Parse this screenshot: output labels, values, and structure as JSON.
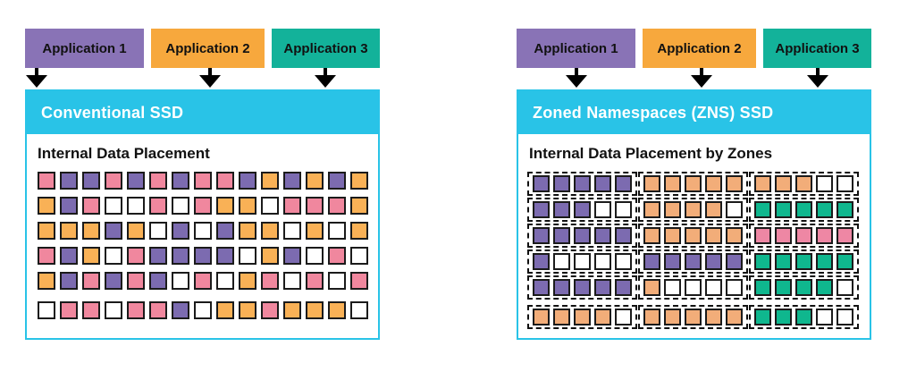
{
  "colors": {
    "app_purple": "#8973B6",
    "app_orange": "#F7A83D",
    "app_teal": "#13B29A",
    "ssd_header_cyan": "#29C3E7",
    "block_border": "#1B1B1B"
  },
  "palette": {
    "left": {
      "pink": "#F0879E",
      "purple": "#7C6BB0",
      "orange": "#F9B156",
      "white": "#FFFFFF"
    },
    "right": {
      "pink": "#EE87A4",
      "purple": "#7C6BB0",
      "orange": "#F2AD79",
      "teal": "#0FB78E",
      "white": "#FFFFFF"
    }
  },
  "panels": [
    {
      "id": "conventional",
      "applications": [
        {
          "label": "Application 1"
        },
        {
          "label": "Application 2"
        },
        {
          "label": "Application 3"
        }
      ],
      "header": "Conventional SSD",
      "body_title": "Internal Data Placement",
      "grid": {
        "type": "flat",
        "rows": [
          [
            "pink",
            "purple",
            "purple",
            "pink",
            "purple",
            "pink",
            "purple",
            "pink",
            "pink",
            "purple",
            "orange",
            "purple",
            "orange",
            "purple",
            "orange"
          ],
          [
            "orange",
            "purple",
            "pink",
            "white",
            "white",
            "pink",
            "white",
            "pink",
            "orange",
            "orange",
            "white",
            "pink",
            "pink",
            "pink",
            "orange"
          ],
          [
            "orange",
            "orange",
            "orange",
            "purple",
            "orange",
            "white",
            "purple",
            "white",
            "purple",
            "orange",
            "orange",
            "white",
            "orange",
            "white",
            "orange"
          ],
          [
            "pink",
            "purple",
            "orange",
            "white",
            "pink",
            "purple",
            "purple",
            "purple",
            "purple",
            "white",
            "orange",
            "purple",
            "white",
            "pink",
            "white"
          ],
          [
            "orange",
            "purple",
            "pink",
            "purple",
            "pink",
            "purple",
            "white",
            "pink",
            "white",
            "orange",
            "pink",
            "white",
            "pink",
            "white",
            "pink"
          ],
          [
            "white",
            "pink",
            "pink",
            "white",
            "pink",
            "pink",
            "purple",
            "white",
            "orange",
            "orange",
            "pink",
            "orange",
            "orange",
            "orange",
            "white"
          ]
        ]
      }
    },
    {
      "id": "zns",
      "applications": [
        {
          "label": "Application 1"
        },
        {
          "label": "Application 2"
        },
        {
          "label": "Application 3"
        }
      ],
      "header": "Zoned Namespaces (ZNS) SSD",
      "body_title": "Internal Data Placement by Zones",
      "grid": {
        "type": "zoned",
        "rows": [
          [
            [
              "purple",
              "purple",
              "purple",
              "purple",
              "purple"
            ],
            [
              "orange",
              "orange",
              "orange",
              "orange",
              "orange"
            ],
            [
              "orange",
              "orange",
              "orange",
              "white",
              "white"
            ]
          ],
          [
            [
              "purple",
              "purple",
              "purple",
              "white",
              "white"
            ],
            [
              "orange",
              "orange",
              "orange",
              "orange",
              "white"
            ],
            [
              "teal",
              "teal",
              "teal",
              "teal",
              "teal"
            ]
          ],
          [
            [
              "purple",
              "purple",
              "purple",
              "purple",
              "purple"
            ],
            [
              "orange",
              "orange",
              "orange",
              "orange",
              "orange"
            ],
            [
              "pink",
              "pink",
              "pink",
              "pink",
              "pink"
            ]
          ],
          [
            [
              "purple",
              "white",
              "white",
              "white",
              "white"
            ],
            [
              "purple",
              "purple",
              "purple",
              "purple",
              "purple"
            ],
            [
              "teal",
              "teal",
              "teal",
              "teal",
              "teal"
            ]
          ],
          [
            [
              "purple",
              "purple",
              "purple",
              "purple",
              "purple"
            ],
            [
              "orange",
              "white",
              "white",
              "white",
              "white"
            ],
            [
              "teal",
              "teal",
              "teal",
              "teal",
              "white"
            ]
          ],
          [
            [
              "orange",
              "orange",
              "orange",
              "orange",
              "white"
            ],
            [
              "orange",
              "orange",
              "orange",
              "orange",
              "orange"
            ],
            [
              "teal",
              "teal",
              "teal",
              "white",
              "white"
            ]
          ]
        ]
      }
    }
  ]
}
